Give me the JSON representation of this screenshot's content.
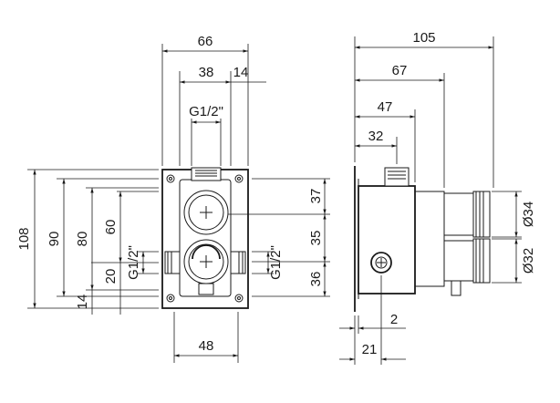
{
  "dimensions": {
    "front": {
      "width_66": "66",
      "span_38": "38",
      "span_14": "14",
      "thread_top": "G1/2\"",
      "height_108": "108",
      "height_90": "90",
      "height_80": "80",
      "height_60": "60",
      "height_20": "20",
      "height_14": "14",
      "thread_left": "G1/2\"",
      "right_37": "37",
      "right_35": "35",
      "right_36": "36",
      "thread_right": "G1/2\"",
      "bottom_48": "48"
    },
    "side": {
      "depth_105": "105",
      "depth_67": "67",
      "depth_47": "47",
      "depth_32": "32",
      "diameter_34": "Ø34",
      "diameter_32": "Ø32",
      "offset_2": "2",
      "offset_21": "21"
    }
  }
}
